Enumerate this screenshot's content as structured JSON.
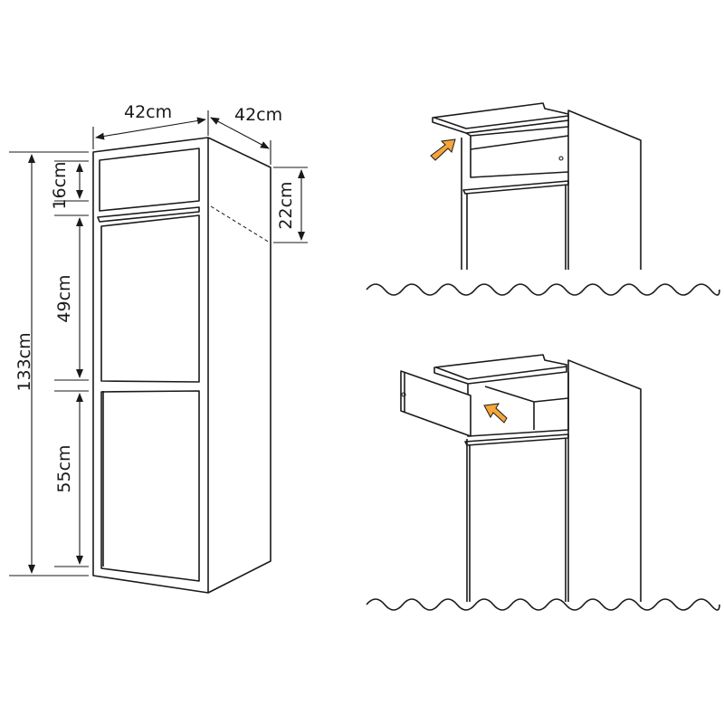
{
  "dimensions": {
    "front_width": "42cm",
    "side_depth": "42cm",
    "total_height": "133cm",
    "top_compartment": "16cm",
    "middle_door": "49cm",
    "bottom_door": "55cm",
    "slot_depth": "22cm"
  },
  "colors": {
    "arrow_accent": "#f5a53a",
    "line": "#1a1a1a"
  },
  "icons": [
    "insert-arrow-icon"
  ]
}
